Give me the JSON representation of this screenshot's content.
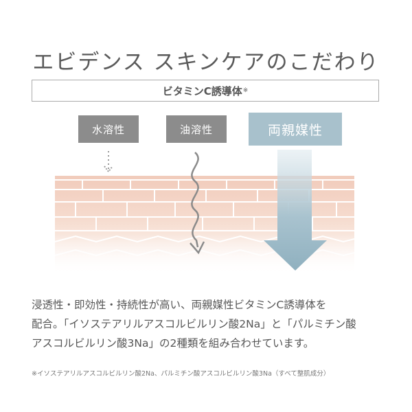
{
  "headline": "エビデンス スキンケアのこだわり",
  "subtitle": {
    "label": "ビタミンC誘導体",
    "mark": "※"
  },
  "types": [
    {
      "label": "水溶性"
    },
    {
      "label": "油溶性"
    },
    {
      "label": "両親媒性"
    }
  ],
  "colors": {
    "gray_pill": "#8c8c8c",
    "amphiphilic_pill": "#a8c1cc",
    "skin": "#f3d4c6"
  },
  "description": {
    "line1": "浸透性・即効性・持続性が高い、両親媒性ビタミンC誘導体を",
    "line2": "配合。「イソステアリルアスコルビルリン酸2Na」と「パルミチン酸",
    "line3": "アスコルビルリン酸3Na」の2種類を組み合わせています。"
  },
  "footnote": "※イソステアリルアスコルビルリン酸2Na、パルミチン酸アスコルビルリン酸3Na（すべて整肌成分）"
}
